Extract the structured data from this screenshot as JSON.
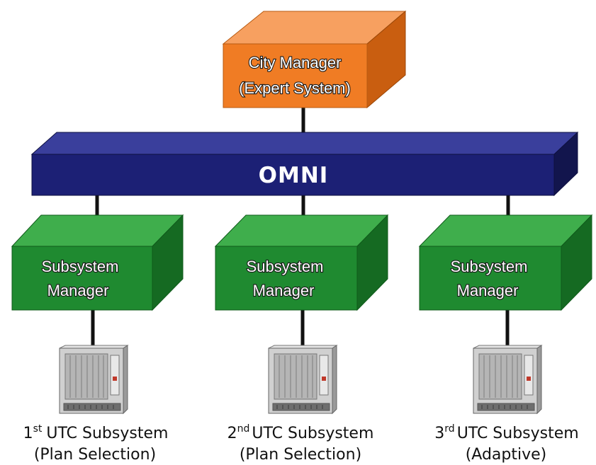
{
  "city_manager": {
    "line1": "City Manager",
    "line2": "(Expert System)"
  },
  "bus": {
    "label": "OMNI"
  },
  "subsystems": [
    {
      "manager_line1": "Subsystem",
      "manager_line2": "Manager",
      "ordinal_num": "1",
      "ordinal_suffix": "st",
      "caption_rest": "UTC Subsystem",
      "mode": "(Plan Selection)"
    },
    {
      "manager_line1": "Subsystem",
      "manager_line2": "Manager",
      "ordinal_num": "2",
      "ordinal_suffix": "nd",
      "caption_rest": "UTC Subsystem",
      "mode": "(Plan Selection)"
    },
    {
      "manager_line1": "Subsystem",
      "manager_line2": "Manager",
      "ordinal_num": "3",
      "ordinal_suffix": "rd",
      "caption_rest": "UTC Subsystem",
      "mode": "(Adaptive)"
    }
  ],
  "colors": {
    "city_front": "#f07c24",
    "city_top": "#f7a060",
    "city_side": "#c95e10",
    "bus_front": "#1c2075",
    "bus_top": "#3a3f9c",
    "bus_side": "#12154d",
    "box_front": "#1f8a30",
    "box_top": "#3fae4c",
    "box_side": "#156a22",
    "connector": "#111111"
  },
  "icons": {
    "controller": "utc-controller-cabinet-icon"
  }
}
